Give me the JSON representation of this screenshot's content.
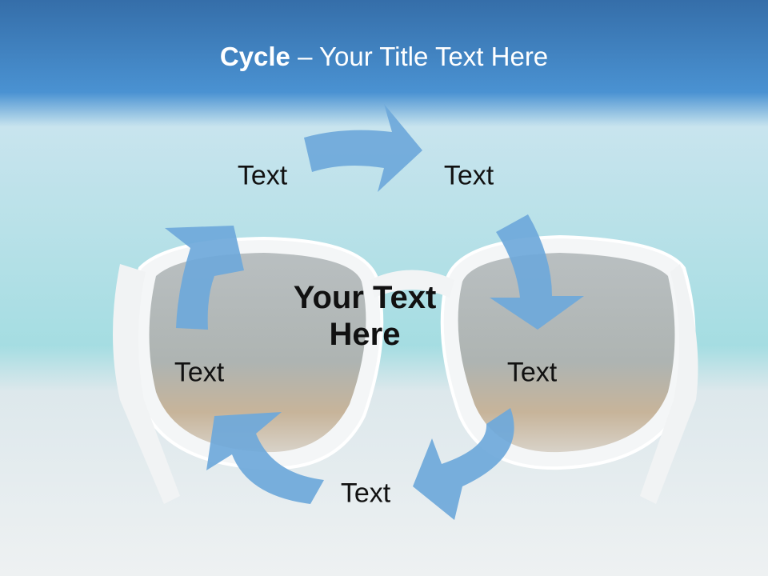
{
  "title": {
    "bold": "Cycle",
    "rest": " – Your Title Text Here"
  },
  "center": {
    "line1": "Your Text",
    "line2": "Here"
  },
  "nodes": [
    {
      "label": "Text"
    },
    {
      "label": "Text"
    },
    {
      "label": "Text"
    },
    {
      "label": "Text"
    },
    {
      "label": "Text"
    }
  ],
  "colors": {
    "arrow": "#6ea8da",
    "sky": "#3c7dbd",
    "sea": "#a6dce4",
    "sand": "#e8ecee"
  }
}
